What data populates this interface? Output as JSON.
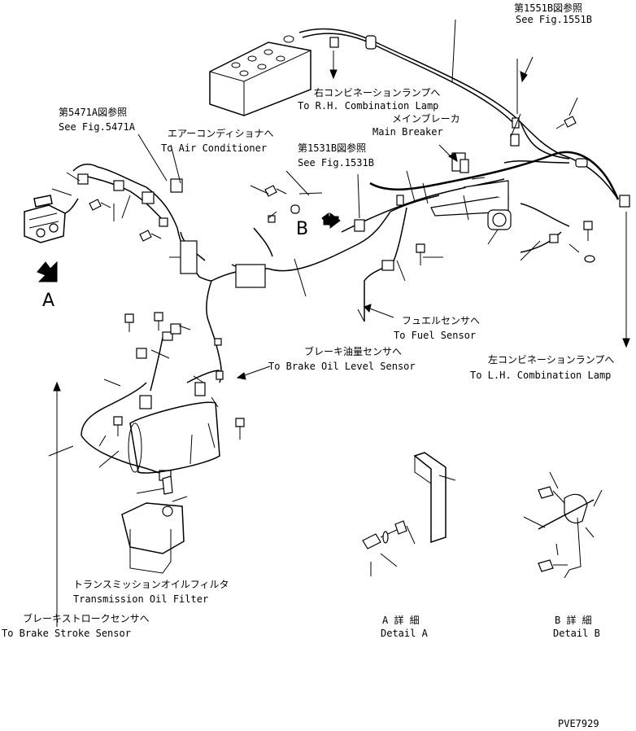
{
  "labels": {
    "ref1551_jp": "第1551B図参照",
    "ref1551_en": "See Fig.1551B",
    "rh_lamp_jp": "右コンビネーションランプへ",
    "rh_lamp_en": "To R.H. Combination Lamp",
    "main_breaker_jp": "メインブレーカ",
    "main_breaker_en": "Main Breaker",
    "ref5471_jp": "第5471A図参照",
    "ref5471_en": "See Fig.5471A",
    "aircon_jp": "エアーコンディショナへ",
    "aircon_en": "To Air Conditioner",
    "ref1531_jp": "第1531B図参照",
    "ref1531_en": "See Fig.1531B",
    "marker_b": "B",
    "marker_a": "A",
    "fuel_jp": "フュエルセンサへ",
    "fuel_en": "To Fuel Sensor",
    "lh_lamp_jp": "左コンビネーションランプへ",
    "lh_lamp_en": "To L.H. Combination Lamp",
    "brake_oil_jp": "ブレーキ油量センサへ",
    "brake_oil_en": "To Brake Oil Level Sensor",
    "trans_jp": "トランスミッションオイルフィルタ",
    "trans_en": "Transmission Oil Filter",
    "brake_stroke_jp": "ブレーキストロークセンサへ",
    "brake_stroke_en": "To Brake Stroke Sensor",
    "detail_a_jp": "A 詳 細",
    "detail_a_en": "Detail A",
    "detail_b_jp": "B 詳 細",
    "detail_b_en": "Detail B",
    "drawing_code": "PVE7929"
  }
}
